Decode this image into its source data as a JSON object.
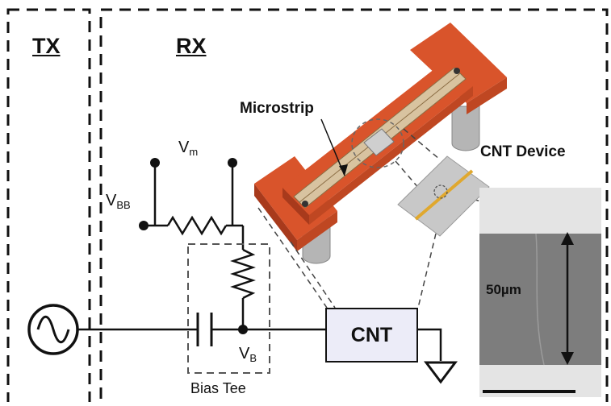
{
  "regions": {
    "tx_label": "TX",
    "rx_label": "RX"
  },
  "labels": {
    "microstrip": "Microstrip",
    "cnt_device": "CNT Device",
    "vm_main": "V",
    "vm_sub": "m",
    "vbb_main": "V",
    "vbb_sub": "BB",
    "vb_main": "V",
    "vb_sub": "B",
    "bias_tee": "Bias Tee",
    "cnt_box": "CNT",
    "scale": "50µm"
  },
  "colors": {
    "substrate": "#d9542b",
    "substrate_dark": "#a83a1c",
    "strip": "#d8c3a0",
    "post": "#b5b5b5",
    "cnt_box_fill": "#ececf8",
    "device_chip": "#c8c8c8",
    "electrode": "#e0a82e",
    "sem_bg": "#7d7d7d",
    "sem_band": "#e6e6e6"
  },
  "icons": {
    "source": "ac-source-icon",
    "ground": "ground-icon"
  }
}
